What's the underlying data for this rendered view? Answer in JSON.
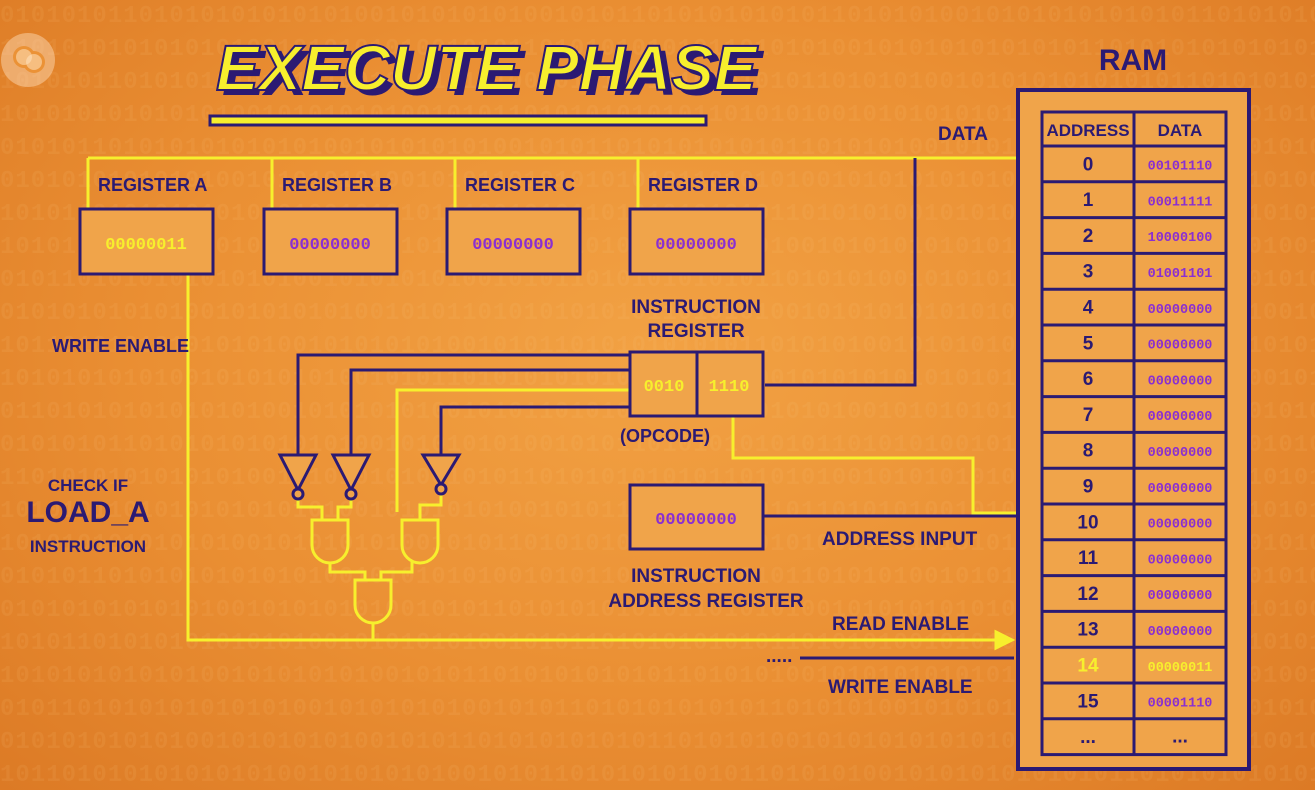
{
  "title": "EXECUTE PHASE",
  "colors": {
    "background": "#eb9236",
    "wire": "#f7ef2d",
    "outline": "#2b1a73",
    "box_fill": "#f0a44a",
    "value_purple": "#8a2fd1",
    "value_yellow": "#f7ef2d"
  },
  "logo": "pbs-logo-icon",
  "registers": [
    {
      "label": "REGISTER A",
      "value": "00000011",
      "highlight": true
    },
    {
      "label": "REGISTER B",
      "value": "00000000",
      "highlight": false
    },
    {
      "label": "REGISTER C",
      "value": "00000000",
      "highlight": false
    },
    {
      "label": "REGISTER D",
      "value": "00000000",
      "highlight": false
    }
  ],
  "labels": {
    "write_enable_left": "WRITE ENABLE",
    "check_if_line1": "CHECK IF",
    "check_if_line2": "LOAD_A",
    "check_if_line3": "INSTRUCTION",
    "instruction_register_line1": "INSTRUCTION",
    "instruction_register_line2": "REGISTER",
    "opcode": "(OPCODE)",
    "instruction_address_line1": "INSTRUCTION",
    "instruction_address_line2": "ADDRESS REGISTER",
    "data": "DATA",
    "address_input": "ADDRESS INPUT",
    "read_enable": "READ ENABLE",
    "write_enable_right": "WRITE ENABLE",
    "dots": "....."
  },
  "instruction_register": {
    "opcode": "0010",
    "address": "1110"
  },
  "instruction_address_register": {
    "value": "00000000"
  },
  "ram": {
    "title": "RAM",
    "headers": [
      "ADDRESS",
      "DATA"
    ],
    "rows": [
      {
        "address": "0",
        "data": "00101110",
        "highlight": false
      },
      {
        "address": "1",
        "data": "00011111",
        "highlight": false
      },
      {
        "address": "2",
        "data": "10000100",
        "highlight": false
      },
      {
        "address": "3",
        "data": "01001101",
        "highlight": false
      },
      {
        "address": "4",
        "data": "00000000",
        "highlight": false
      },
      {
        "address": "5",
        "data": "00000000",
        "highlight": false
      },
      {
        "address": "6",
        "data": "00000000",
        "highlight": false
      },
      {
        "address": "7",
        "data": "00000000",
        "highlight": false
      },
      {
        "address": "8",
        "data": "00000000",
        "highlight": false
      },
      {
        "address": "9",
        "data": "00000000",
        "highlight": false
      },
      {
        "address": "10",
        "data": "00000000",
        "highlight": false
      },
      {
        "address": "11",
        "data": "00000000",
        "highlight": false
      },
      {
        "address": "12",
        "data": "00000000",
        "highlight": false
      },
      {
        "address": "13",
        "data": "00000000",
        "highlight": false
      },
      {
        "address": "14",
        "data": "00000011",
        "highlight": true
      },
      {
        "address": "15",
        "data": "00001110",
        "highlight": false
      },
      {
        "address": "...",
        "data": "...",
        "highlight": false
      }
    ]
  }
}
